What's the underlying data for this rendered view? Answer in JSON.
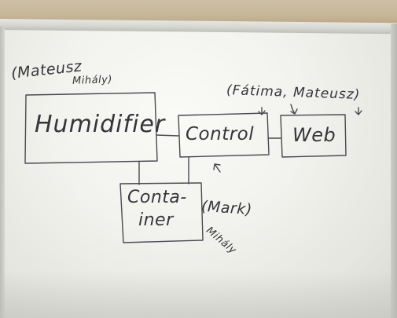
{
  "whiteboard": {
    "humidifier_owner_line1": "(Mateusz",
    "humidifier_owner_line2": "Mihály)",
    "humidifier_label": "Humidifier",
    "web_owners": "(Fátima, Mateusz)",
    "control_label": "Control",
    "web_label": "Web",
    "container_label_line1": "Conta-",
    "container_label_line2": "iner",
    "container_owner_line1": "(Mark)",
    "container_owner_line2": "Mihály"
  },
  "colors": {
    "ink": "#35353a",
    "board": "#f2f2ee",
    "wall": "#c7b89b"
  }
}
